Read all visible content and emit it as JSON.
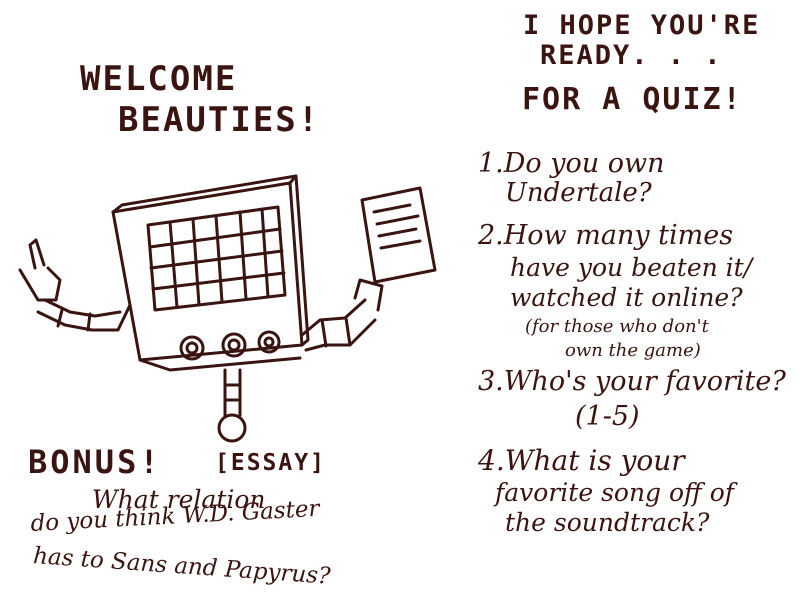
{
  "left": {
    "welcome_line1": "WELCOME",
    "welcome_line2": "BEAUTIES!",
    "bonus_label": "BONUS!",
    "essay_label": "[ESSAY]",
    "bonus_q_line1": "What relation",
    "bonus_q_line2": "do you think W.D. Gaster",
    "bonus_q_line3": "has to Sans and Papyrus?"
  },
  "right": {
    "intro_line1": "I HOPE YOU'RE",
    "intro_line2": "READY. . .",
    "intro_line3": "FOR A QUIZ!",
    "questions": [
      {
        "line1": "1.Do you own",
        "line2": "Undertale?"
      },
      {
        "line1": "2.How many times",
        "line2": "have you beaten it/",
        "line3": "watched it online?",
        "note1": "(for those who don't",
        "note2": "own the game)"
      },
      {
        "line1": "3.Who's your favorite?",
        "line2": "(1-5)"
      },
      {
        "line1": "4.What is your",
        "line2": "favorite song off of",
        "line3": "the soundtrack?"
      }
    ]
  },
  "colors": {
    "ink": "#3a1410",
    "background": "#ffffff"
  }
}
